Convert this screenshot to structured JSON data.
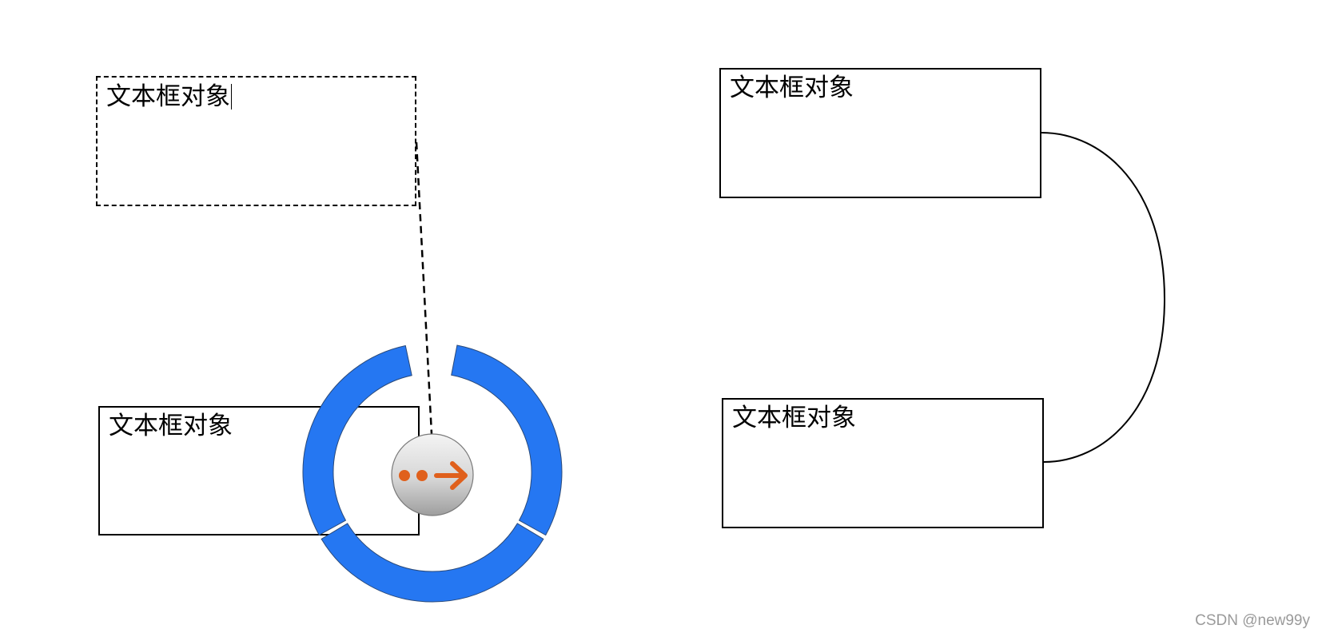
{
  "textboxes": {
    "editing": {
      "text": "文本框对象"
    },
    "bottom_left": {
      "text": "文本框对象"
    },
    "top_right": {
      "text": "文本框对象"
    },
    "bottom_right": {
      "text": "文本框对象"
    }
  },
  "radial_menu": {
    "hub_icon": "connect-arrow-icon",
    "segment_color": "#2577f2",
    "icon_color": "#e0601c"
  },
  "watermark": "CSDN @new99y"
}
